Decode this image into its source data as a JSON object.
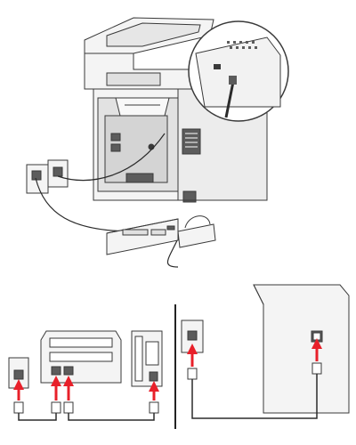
{
  "figure": {
    "type": "printer-fax-setup-illustration",
    "panels": [
      "printer-overview-with-answering-machine",
      "wiring-diagram-left",
      "wiring-diagram-right"
    ]
  },
  "colors": {
    "outline": "#3a3a3a",
    "body_fill": "#f4f4f4",
    "dark_fill": "#5c5c5c",
    "light_gray": "#d9d9d9",
    "arrow_red": "#e8202a",
    "cable": "#2b2b2b",
    "divider": "#222222"
  },
  "icons": [
    "printer-icon",
    "zoom-callout-icon",
    "fax-port-icon",
    "wall-jack-icon",
    "answering-machine-icon",
    "telephone-icon",
    "red-arrow-icon",
    "phone-cable-icon"
  ]
}
